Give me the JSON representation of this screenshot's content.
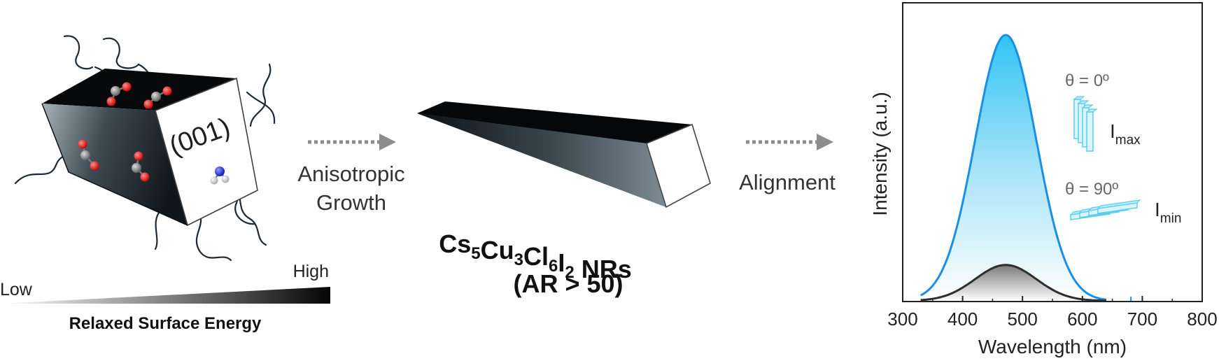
{
  "crystal": {
    "facet_label": "(001)"
  },
  "energy_bar": {
    "low_label": "Low",
    "high_label": "High",
    "caption": "Relaxed Surface Energy"
  },
  "steps": {
    "growth_line1": "Anisotropic",
    "growth_line2": "Growth",
    "alignment": "Alignment"
  },
  "nanorod": {
    "formula_parts": [
      {
        "text": "Cs",
        "sub": "5"
      },
      {
        "text": "Cu",
        "sub": "3"
      },
      {
        "text": "Cl",
        "sub": "6"
      },
      {
        "text": "I",
        "sub": "2"
      },
      {
        "text": " NRs",
        "sub": ""
      }
    ],
    "aspect_ratio": "(AR > 50)"
  },
  "colors": {
    "blue_curve": "#1a8fe8",
    "blue_fill_top": "#3cc8f4",
    "gray_curve": "#2e2e2e",
    "arrow": "#8c8c8c",
    "rod_dark": "#0e1214",
    "nanorod_icon": "#5ccfee"
  },
  "chart_data": {
    "type": "line",
    "xlabel": "Wavelength (nm)",
    "ylabel": "Intensity (a.u.)",
    "xlim": [
      300,
      800
    ],
    "x_ticks": [
      300,
      400,
      500,
      600,
      700,
      800
    ],
    "yaxis_ticks_labeled": false,
    "series": [
      {
        "peak_nm": 472,
        "relative_peak": 1.0,
        "fwhm_nm": 120,
        "color": "#1a8fe8"
      },
      {
        "peak_nm": 472,
        "relative_peak": 0.135,
        "fwhm_nm": 120,
        "color": "#2e2e2e"
      }
    ],
    "annotations": {
      "theta_0": "θ = 0º",
      "theta_90": "θ = 90º",
      "i_max_main": "I",
      "i_max_sub": "max",
      "i_min_main": "I",
      "i_min_sub": "min"
    }
  }
}
